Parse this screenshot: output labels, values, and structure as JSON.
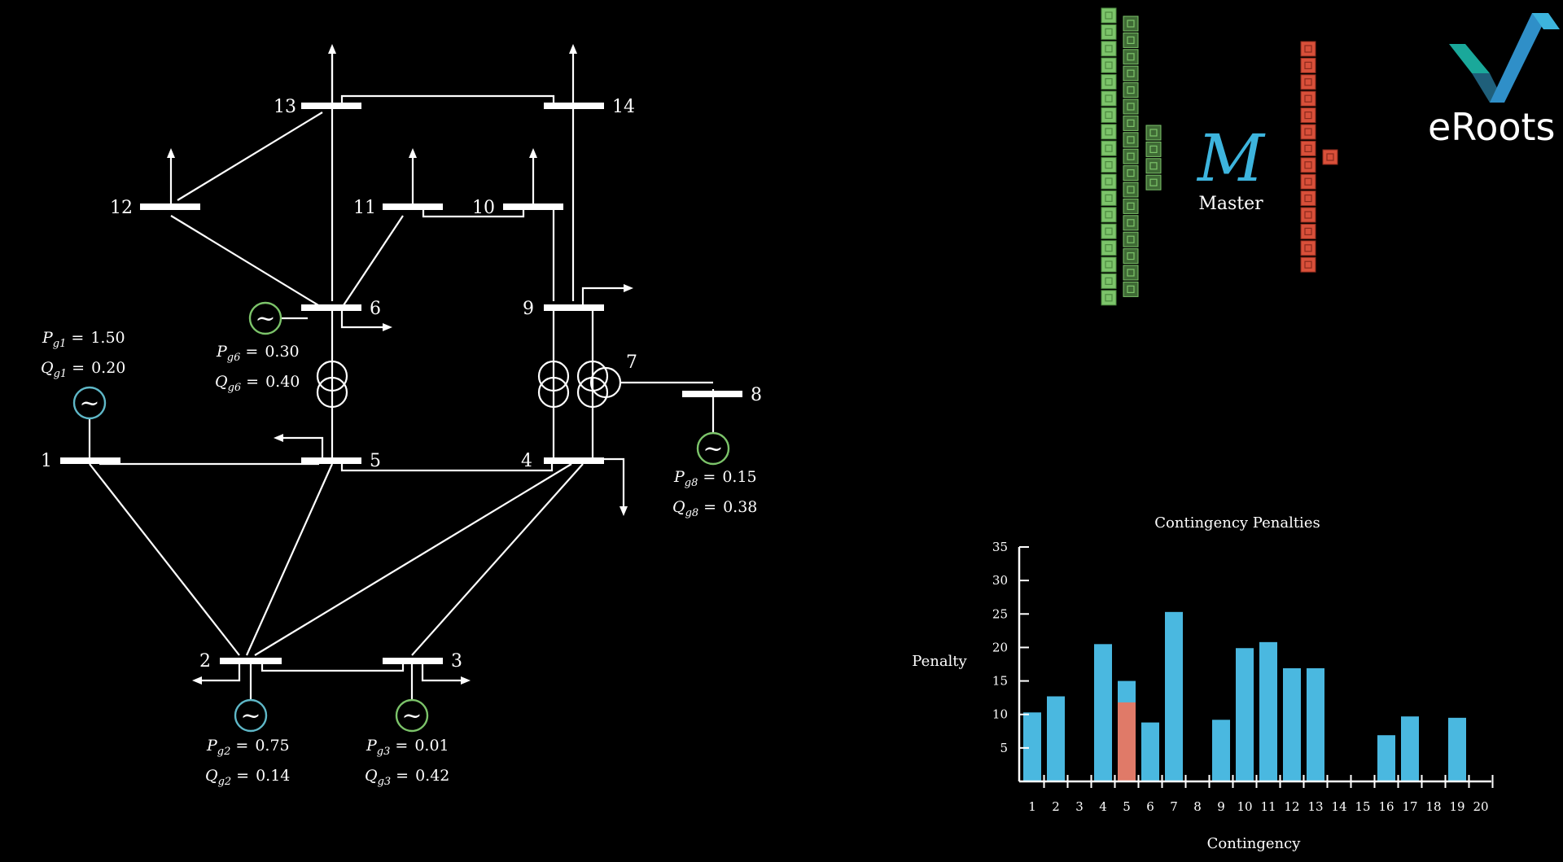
{
  "buses": [
    {
      "id": "bus-1",
      "label": "1"
    },
    {
      "id": "bus-2",
      "label": "2"
    },
    {
      "id": "bus-3",
      "label": "3"
    },
    {
      "id": "bus-4",
      "label": "4"
    },
    {
      "id": "bus-5",
      "label": "5"
    },
    {
      "id": "bus-6",
      "label": "6"
    },
    {
      "id": "bus-7",
      "label": "7"
    },
    {
      "id": "bus-8",
      "label": "8"
    },
    {
      "id": "bus-9",
      "label": "9"
    },
    {
      "id": "bus-10",
      "label": "10"
    },
    {
      "id": "bus-11",
      "label": "11"
    },
    {
      "id": "bus-12",
      "label": "12"
    },
    {
      "id": "bus-13",
      "label": "13"
    },
    {
      "id": "bus-14",
      "label": "14"
    }
  ],
  "generators": {
    "g1": {
      "p_sym": "P",
      "p_sub": "g1",
      "p_val": "1.50",
      "q_sym": "Q",
      "q_sub": "g1",
      "q_val": "0.20",
      "color": "#5fb8c8"
    },
    "g2": {
      "p_sym": "P",
      "p_sub": "g2",
      "p_val": "0.75",
      "q_sym": "Q",
      "q_sub": "g2",
      "q_val": "0.14",
      "color": "#5fb8c8"
    },
    "g3": {
      "p_sym": "P",
      "p_sub": "g3",
      "p_val": "0.01",
      "q_sym": "Q",
      "q_sub": "g3",
      "q_val": "0.42",
      "color": "#7cc46a"
    },
    "g6": {
      "p_sym": "P",
      "p_sub": "g6",
      "p_val": "0.30",
      "q_sym": "Q",
      "q_sub": "g6",
      "q_val": "0.40",
      "color": "#7cc46a"
    },
    "g8": {
      "p_sym": "P",
      "p_sub": "g8",
      "p_val": "0.15",
      "q_sym": "Q",
      "q_sub": "g8",
      "q_val": "0.38",
      "color": "#7cc46a"
    }
  },
  "generator_symbol": "~",
  "equals": "=",
  "master": {
    "symbol": "M",
    "label": "Master",
    "colors": {
      "green_light": "#7cc46a",
      "green_dark": "#3f6a35",
      "red": "#d9503a",
      "blue": "#3db4dd"
    }
  },
  "logo": {
    "text": "eRoots",
    "colors": {
      "teal": "#1aa89a",
      "blue": "#2f8fc8",
      "dark": "#1f5f7a"
    }
  },
  "chart_data": {
    "type": "bar",
    "title": "Contingency Penalties",
    "xlabel": "Contingency",
    "ylabel": "Penalty",
    "categories": [
      "1",
      "2",
      "3",
      "4",
      "5",
      "6",
      "7",
      "8",
      "9",
      "10",
      "11",
      "12",
      "13",
      "14",
      "15",
      "16",
      "17",
      "18",
      "19",
      "20"
    ],
    "series": [
      {
        "values": [
          10.3,
          12.7,
          0,
          20.5,
          15.0,
          8.8,
          25.3,
          0,
          9.2,
          19.9,
          20.8,
          16.9,
          16.9,
          0,
          0,
          6.9,
          9.7,
          0,
          9.5,
          0
        ],
        "color": "#4ab8e0"
      }
    ],
    "highlight": {
      "category": "5",
      "value": 11.8,
      "color": "#e07a68"
    },
    "yticks": [
      "5",
      "10",
      "15",
      "20",
      "25",
      "30",
      "35"
    ],
    "ylim": [
      0,
      35
    ],
    "grid": false
  }
}
